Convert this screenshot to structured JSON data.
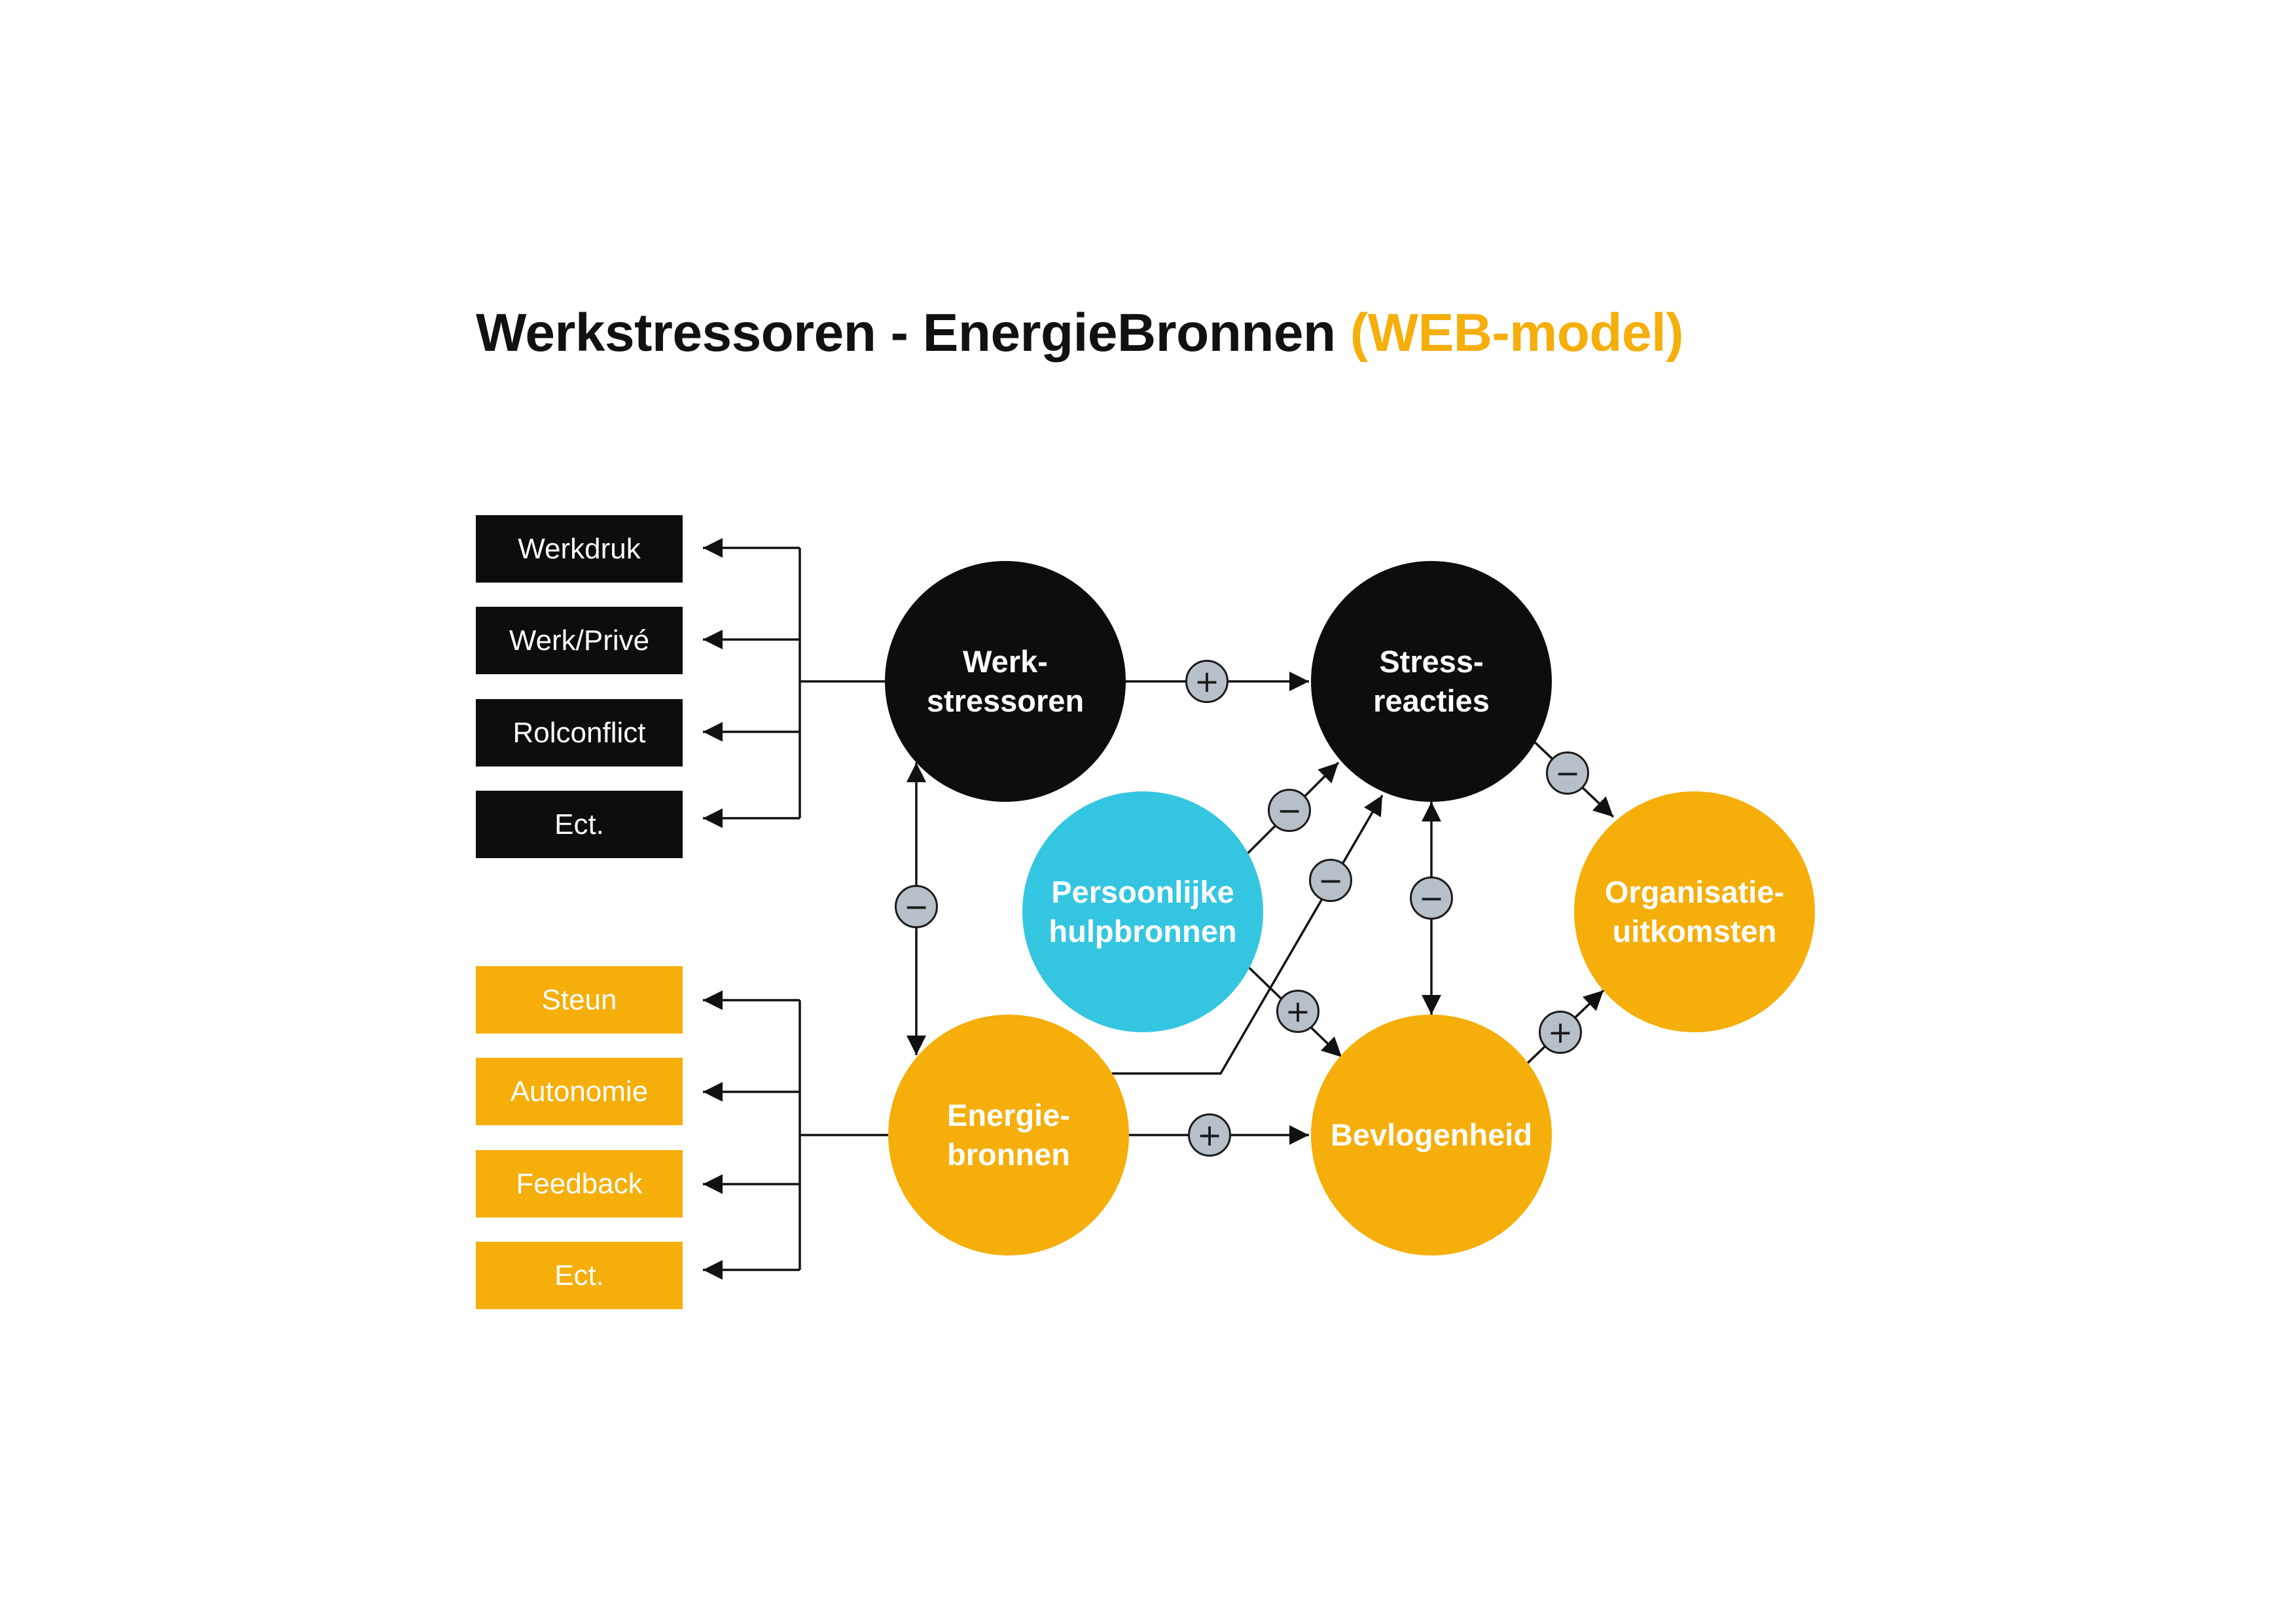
{
  "title": {
    "main": "Werkstressoren - EnergieBronnen",
    "accent": "(WEB-model)"
  },
  "stressor_boxes": [
    "Werkdruk",
    "Werk/Privé",
    "Rolconflict",
    "Ect."
  ],
  "resource_boxes": [
    "Steun",
    "Autonomie",
    "Feedback",
    "Ect."
  ],
  "nodes": {
    "werkstressoren": {
      "line1": "Werk-",
      "line2": "stressoren"
    },
    "stressreacties": {
      "line1": "Stress-",
      "line2": "reacties"
    },
    "persoonlijke": {
      "line1": "Persoonlijke",
      "line2": "hulpbronnen"
    },
    "organisatie": {
      "line1": "Organisatie-",
      "line2": "uitkomsten"
    },
    "energiebronnen": {
      "line1": "Energie-",
      "line2": "bronnen"
    },
    "bevlogenheid": {
      "line1": "Bevlogenheid"
    }
  },
  "signs": {
    "plus": "+",
    "minus": "−"
  },
  "colors": {
    "black": "#0d0d0d",
    "orange": "#f5ae0a",
    "blue": "#34c6e0",
    "sign_fill": "#b7bfc8"
  }
}
